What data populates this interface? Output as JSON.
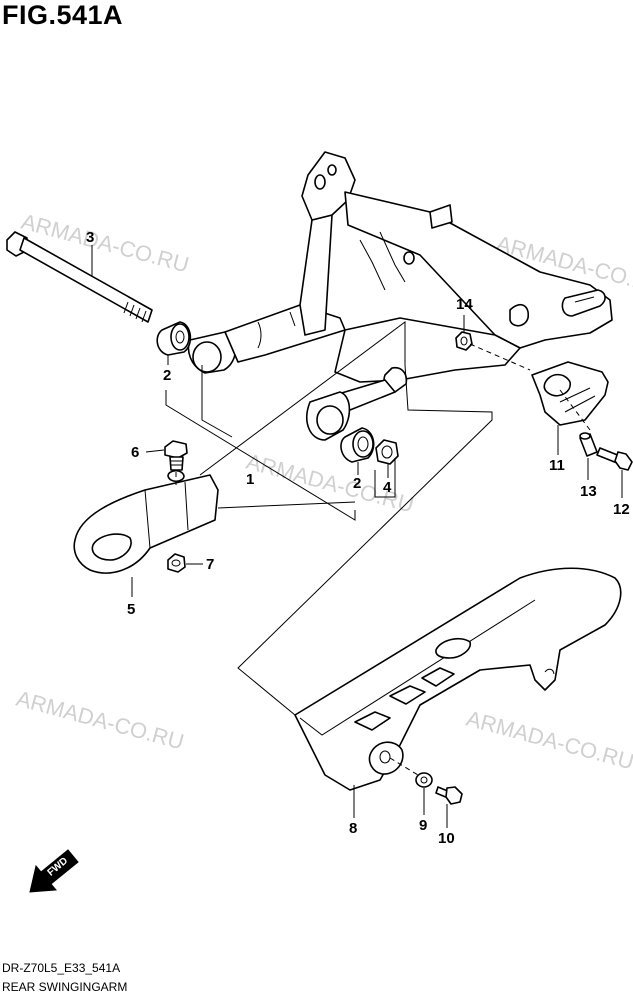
{
  "figure": {
    "title": "FIG.541A",
    "code": "DR-Z70L5_E33_541A",
    "name": "REAR SWINGINGARM"
  },
  "watermark": "ARMADA-CO.RU",
  "fwd_label": "FWD",
  "callouts": {
    "c1": "1",
    "c2a": "2",
    "c2b": "2",
    "c3": "3",
    "c4": "4",
    "c5": "5",
    "c6": "6",
    "c7": "7",
    "c8": "8",
    "c9": "9",
    "c10": "10",
    "c11": "11",
    "c12": "12",
    "c13": "13",
    "c14": "14"
  }
}
